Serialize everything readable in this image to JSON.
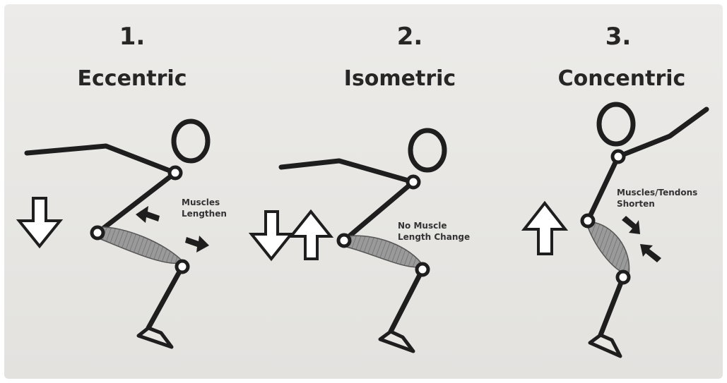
{
  "panels": [
    {
      "number": "1.",
      "title": "Eccentric",
      "note_lines": [
        "Muscles",
        "Lengthen"
      ],
      "arrows": [
        "down-arrow"
      ]
    },
    {
      "number": "2.",
      "title": "Isometric",
      "note_lines": [
        "No Muscle",
        "Length Change"
      ],
      "arrows": [
        "down-arrow",
        "up-arrow"
      ]
    },
    {
      "number": "3.",
      "title": "Concentric",
      "note_lines": [
        "Muscles/Tendons",
        "Shorten"
      ],
      "arrows": [
        "up-arrow"
      ]
    }
  ],
  "colors": {
    "background": "#e8e7e4",
    "ink": "#1e1e1e",
    "muscle": "#8a8a8a"
  }
}
